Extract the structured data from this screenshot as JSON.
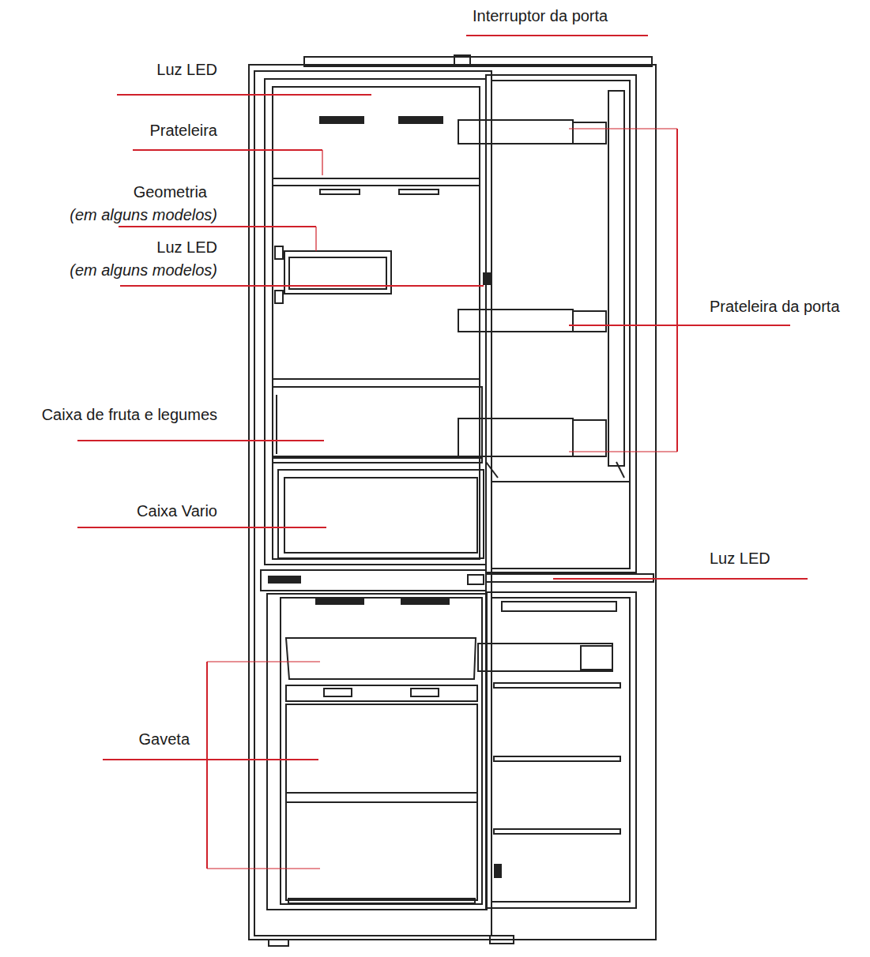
{
  "diagram": {
    "labels": [
      "Interruptor da porta",
      "Luz LED",
      "Prateleira",
      "Geometria",
      "(em alguns modelos)",
      "Luz LED",
      "(em alguns modelos)",
      "Caixa de fruta e legumes",
      "Prateleira da porta",
      "Caixa Vario",
      "Luz LED",
      "Gaveta"
    ]
  }
}
